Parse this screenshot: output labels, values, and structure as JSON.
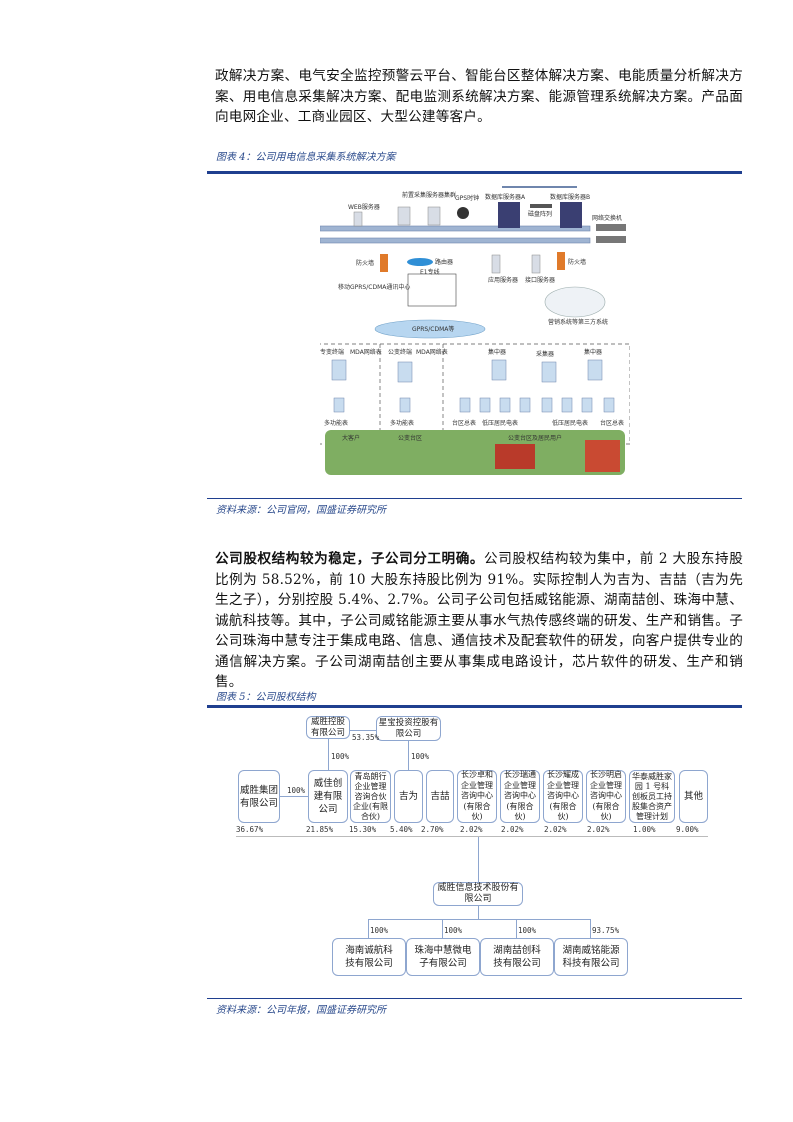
{
  "intro_paragraph": "政解决方案、电气安全监控预警云平台、智能台区整体解决方案、电能质量分析解决方案、用电信息采集解决方案、配电监测系统解决方案、能源管理系统解决方案。产品面向电网企业、工商业园区、大型公建等客户。",
  "figure4": {
    "caption": "图表 4：公司用电信息采集系统解决方案",
    "labels": {
      "web_server": "WEB服务器",
      "front_servers": "前置采集服务器集群",
      "gps": "GPS时钟",
      "db_a": "数据库服务器A",
      "db_b": "数据库服务器B",
      "disk_array": "磁盘阵列",
      "switch": "网络交换机",
      "firewall_left": "防火墙",
      "router": "路由器",
      "e1": "E1专线",
      "mobile_center": "移动GPRS/CDMA通讯中心",
      "app_server": "应用服务器",
      "interface_server": "接口服务器",
      "firewall_right": "防火墙",
      "third_party": "营销系统等第三方系统",
      "gprs_cloud": "GPRS/CDMA等",
      "special_terminal": "专变终端",
      "public_terminal": "公变终端",
      "concentrator": "集中器",
      "collector": "采集器",
      "concentrator2": "集中器",
      "net_meter1": "MDA网络表",
      "net_meter2": "MDA网络表",
      "multi_meter1": "多功能表",
      "multi_meter2": "多功能表",
      "area_meter1": "台区总表",
      "lv_meters1": "低压居民电表",
      "lv_meters2": "低压居民电表",
      "area_meter2": "台区总表",
      "zone1": "大客户",
      "zone2": "公变台区",
      "zone3": "公变台区及居民用户"
    },
    "source": "资料来源：公司官网，国盛证券研究所"
  },
  "paragraph2": {
    "bold_lead": "公司股权结构较为稳定，子公司分工明确。",
    "text": "公司股权结构较为集中，前 2 大股东持股比例为 58.52%，前 10 大股东持股比例为 91%。实际控制人为吉为、吉喆（吉为先生之子），分别控股 5.4%、2.7%。公司子公司包括威铭能源、湖南喆创、珠海中慧、诚航科技等。其中，子公司威铭能源主要从事水气热传感终端的研发、生产和销售。子公司珠海中慧专注于集成电路、信息、通信技术及配套软件的研发，向客户提供专业的通信解决方案。子公司湖南喆创主要从事集成电路设计，芯片软件的研发、生产和销售。"
  },
  "figure5": {
    "caption": "图表 5：公司股权结构",
    "top": {
      "weisheng_holding": "威胜控股有限公司",
      "xingbao": "星宝投资控股有限公司",
      "xingbao_to_holding": "53.35%",
      "holding_to_weijia": "100%",
      "jiwei_to_xingbao": "100%"
    },
    "weisheng_group": {
      "name": "威胜集团有限公司",
      "weijia_stake": "100%"
    },
    "shareholders": [
      {
        "name": "威胜集团有限公司",
        "pct": "36.67%"
      },
      {
        "name": "威佳创建有限公司",
        "pct": "21.85%"
      },
      {
        "name": "青岛朗行企业管理咨询合伙企业(有限合伙)",
        "pct": "15.30%"
      },
      {
        "name": "吉为",
        "pct": "5.40%"
      },
      {
        "name": "吉喆",
        "pct": "2.70%"
      },
      {
        "name": "长沙卓和企业管理咨询中心(有限合伙)",
        "pct": "2.02%"
      },
      {
        "name": "长沙瑞通企业管理咨询中心(有限合伙)",
        "pct": "2.02%"
      },
      {
        "name": "长沙耀成企业管理咨询中心(有限合伙)",
        "pct": "2.02%"
      },
      {
        "name": "长沙明启企业管理咨询中心(有限合伙)",
        "pct": "2.02%"
      },
      {
        "name": "华泰威胜家园 1 号科创板员工持股集合资产管理计划",
        "pct": "1.00%"
      },
      {
        "name": "其他",
        "pct": "9.00%"
      }
    ],
    "company": "威胜信息技术股份有限公司",
    "subsidiaries": [
      {
        "name": "海南诚航科技有限公司",
        "pct": "100%"
      },
      {
        "name": "珠海中慧微电子有限公司",
        "pct": "100%"
      },
      {
        "name": "湖南喆创科技有限公司",
        "pct": "100%"
      },
      {
        "name": "湖南威铭能源科技有限公司",
        "pct": "93.75%"
      }
    ],
    "source": "资料来源：公司年报，国盛证券研究所"
  }
}
